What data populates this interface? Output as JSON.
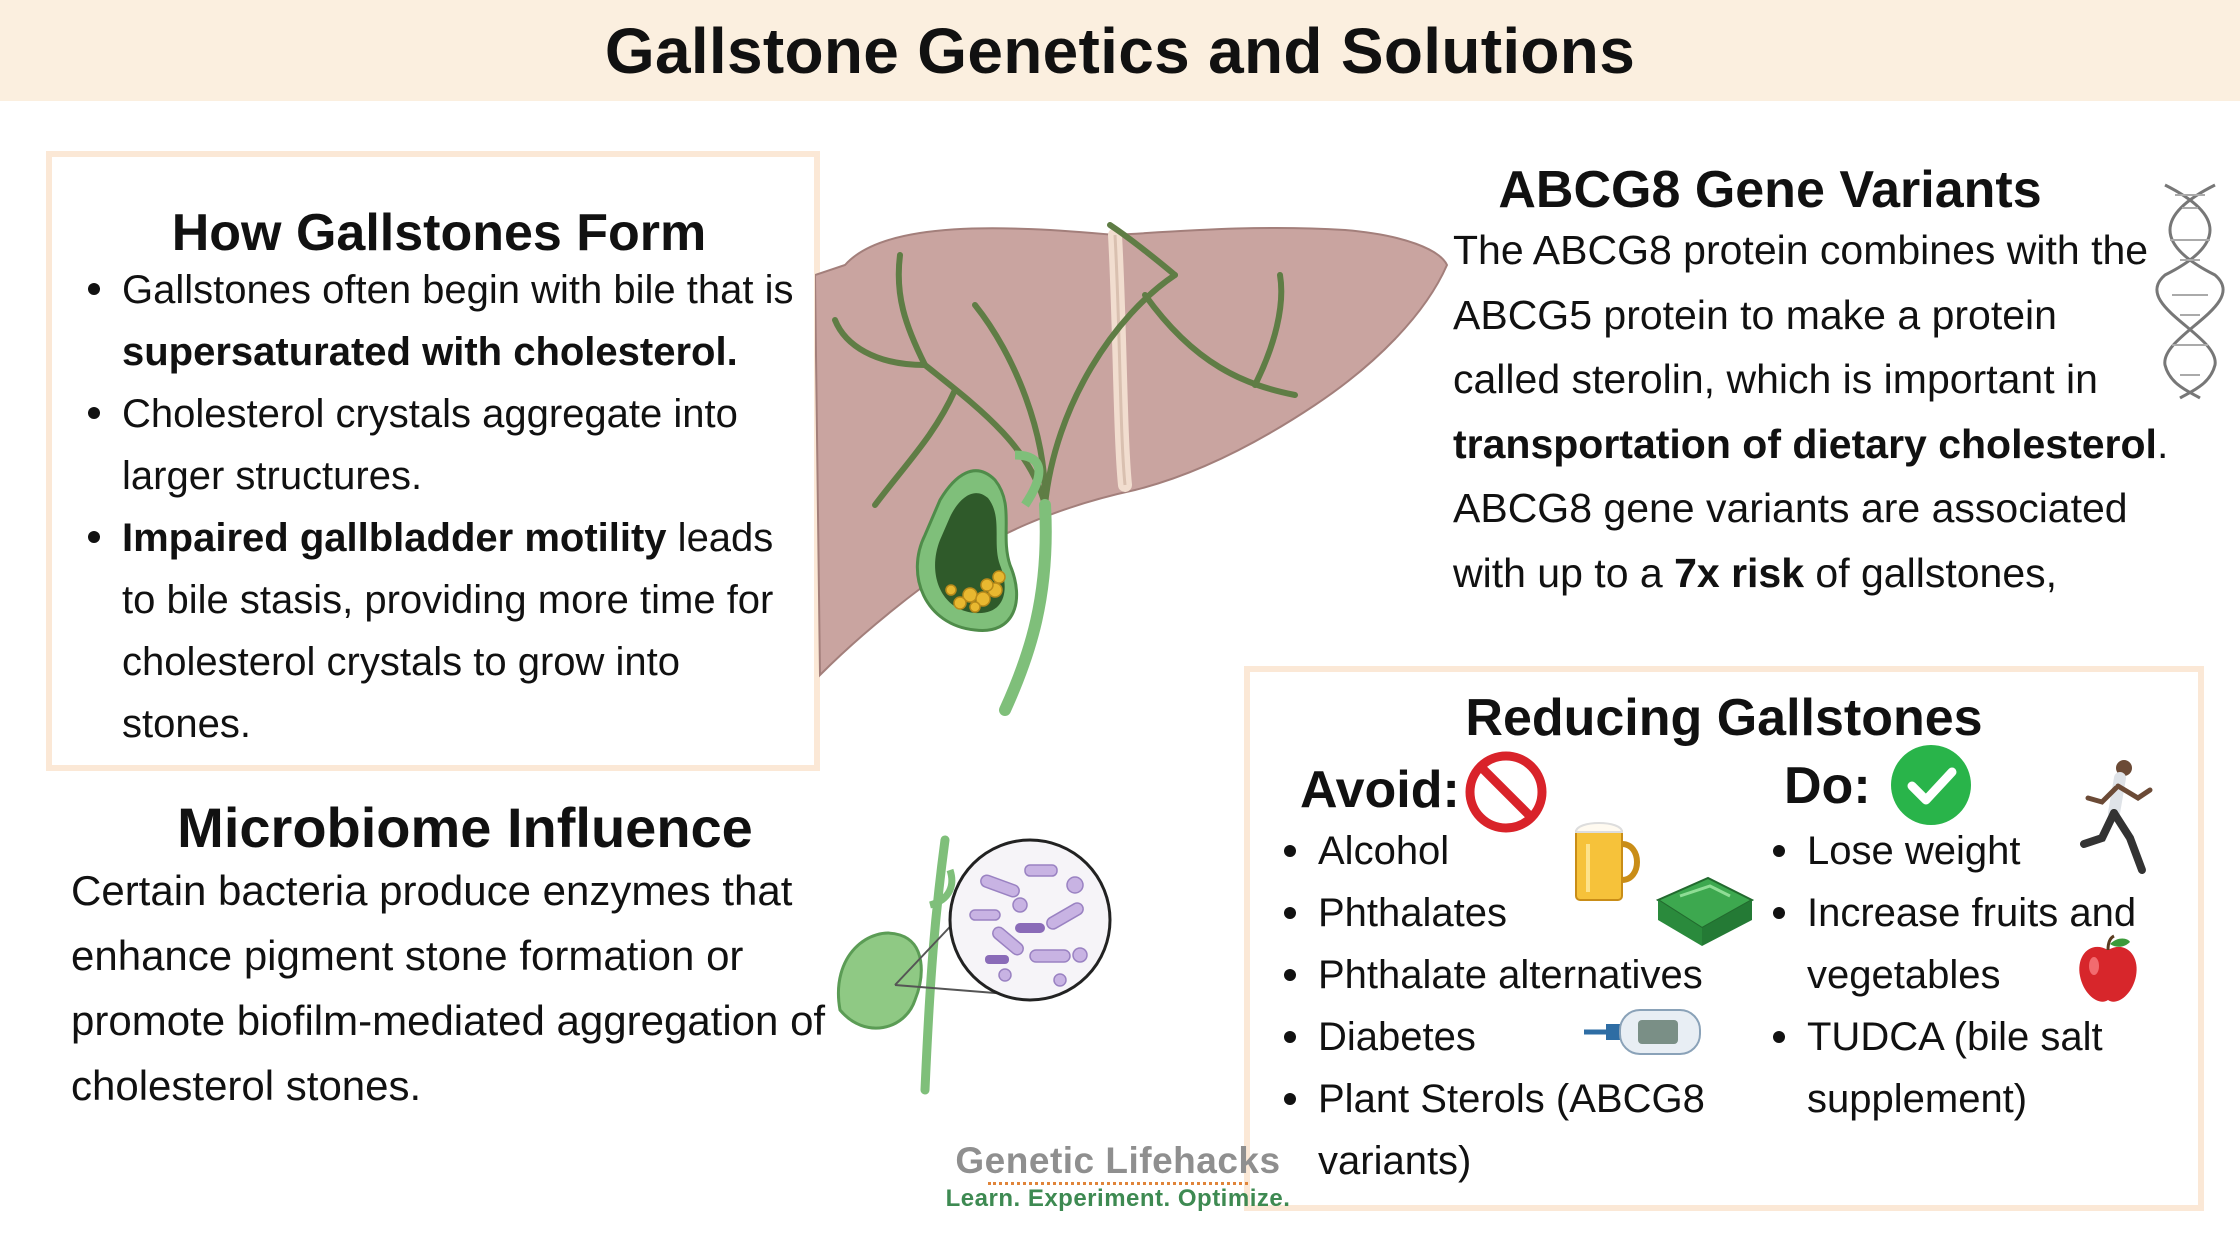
{
  "header": {
    "title": "Gallstone Genetics and Solutions"
  },
  "how_form": {
    "title": "How Gallstones Form",
    "items": [
      {
        "text": "Gallstones often begin with bile that is ",
        "bold": "supersaturated with cholesterol.",
        "tail": ""
      },
      {
        "text": "Cholesterol crystals aggregate into larger structures.",
        "bold": "",
        "tail": ""
      },
      {
        "text": "",
        "bold": "Impaired gallbladder motility",
        "tail": " leads to bile stasis, providing more time for cholesterol crystals to grow into stones."
      }
    ]
  },
  "microbiome": {
    "title": "Microbiome Influence",
    "text": "Certain bacteria produce enzymes that enhance pigment stone formation or promote biofilm-mediated aggregation of cholesterol stones."
  },
  "abcg8": {
    "title": "ABCG8 Gene Variants",
    "text_1": "The ABCG8 protein combines with the ABCG5 protein to make a protein called sterolin, which is important in ",
    "bold_1": "transportation of  dietary cholesterol",
    "text_2": ". ABCG8 gene variants are associated with up to a ",
    "bold_2": "7x risk",
    "text_3": " of gallstones,"
  },
  "reducing": {
    "title": "Reducing Gallstones",
    "avoid_label": "Avoid:",
    "do_label": "Do:",
    "avoid_items": [
      "Alcohol",
      "Phthalates",
      "Phthalate alternatives",
      "Diabetes",
      "Plant Sterols (ABCG8 variants)"
    ],
    "do_items": [
      "Lose weight",
      "Increase fruits and vegetables",
      "TUDCA (bile salt supplement)"
    ]
  },
  "brand": {
    "name": "Genetic Lifehacks",
    "tagline": "Learn. Experiment. Optimize."
  },
  "colors": {
    "header_bg": "#fbefdf",
    "panel_border": "#fbe8d6",
    "liver": "#c9a4a0",
    "bile_duct": "#7fbf7a",
    "gallstone": "#e8b830",
    "no_sign": "#d9232a",
    "check": "#29b44a",
    "brand_green": "#3e8a52"
  }
}
